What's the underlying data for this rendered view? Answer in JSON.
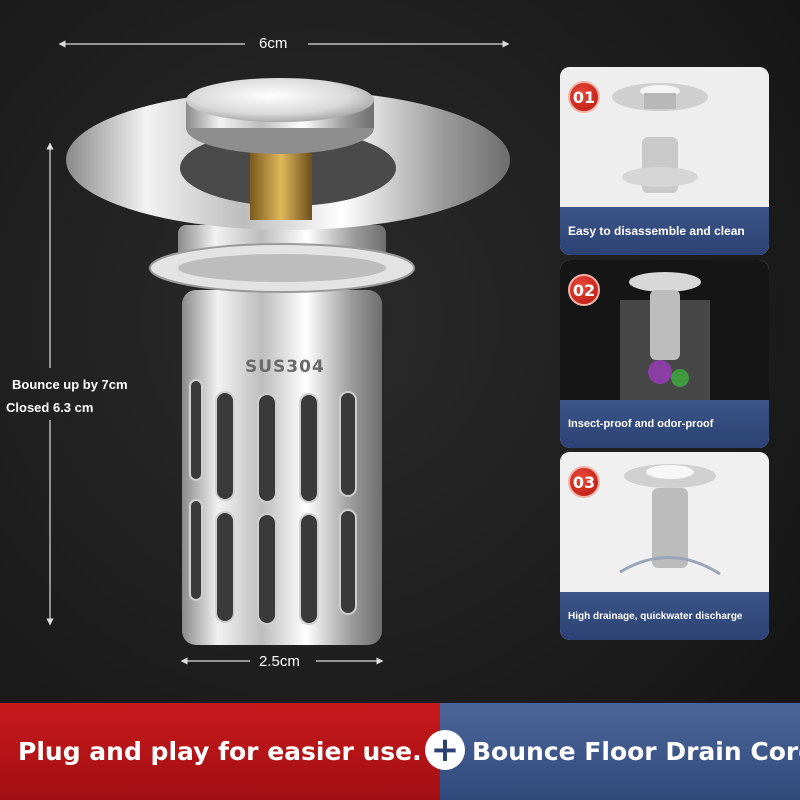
{
  "dimensions": {
    "top_width": "6cm",
    "bottom_width": "2.5cm",
    "bounce_note": "Bounce up by 7cm",
    "closed_note": "Closed 6.3 cm"
  },
  "product": {
    "stamp": "SUS304"
  },
  "features": [
    {
      "number": "01",
      "caption": "Easy to disassemble and clean"
    },
    {
      "number": "02",
      "caption": "Insect-proof and odor-proof"
    },
    {
      "number": "03",
      "caption": "High drainage, quickwater discharge"
    }
  ],
  "banner": {
    "left_text": "Plug and play for easier use.",
    "plus_symbol": "+",
    "right_text": "Bounce Floor Drain Core"
  },
  "colors": {
    "background": "#1e1e1e",
    "banner_red": "#b71417",
    "banner_blue": "#3c5488",
    "badge_red": "#d2281c"
  }
}
